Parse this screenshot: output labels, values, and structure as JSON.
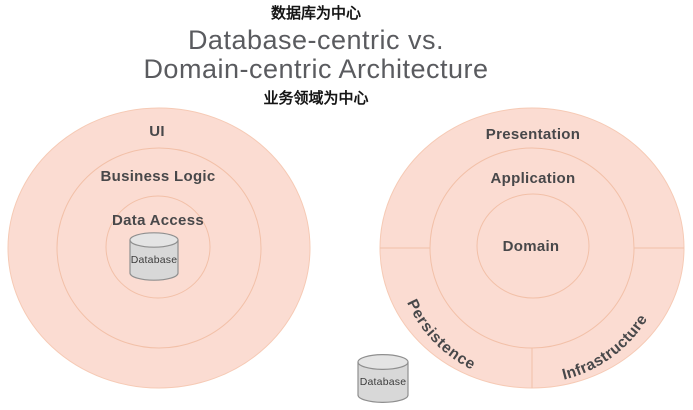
{
  "header": {
    "cn_top": "数据库为中心",
    "title_line1": "Database-centric vs.",
    "title_line2": "Domain-centric Architecture",
    "cn_bottom": "业务领域为中心"
  },
  "left_diagram": {
    "name": "database-centric architecture",
    "rings": [
      "UI",
      "Business Logic",
      "Data Access"
    ],
    "database_label": "Database"
  },
  "right_diagram": {
    "name": "domain-centric architecture",
    "rings": [
      "Presentation",
      "Application",
      "Domain"
    ],
    "persistence_label": "Persistence",
    "infrastructure_label": "Infrastructure",
    "database_label": "Database"
  },
  "colors": {
    "ring_fill": "#fbdcd2",
    "ring_stroke": "#f2c0a8",
    "label_text": "#48484a",
    "title_text": "#5a5b5f",
    "cn_text": "#151515",
    "cylinder_fill": "#d8d8d8",
    "cylinder_stroke": "#8f8f8f"
  }
}
